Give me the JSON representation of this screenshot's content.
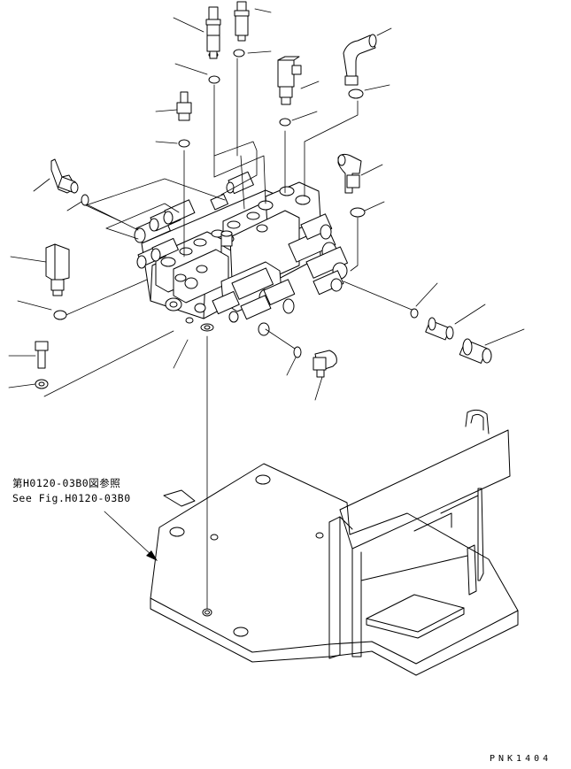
{
  "reference": {
    "line_jp": "第H0120-03B0図参照",
    "line_en": "See Fig.H0120-03B0"
  },
  "drawing_code": "PNK1404"
}
